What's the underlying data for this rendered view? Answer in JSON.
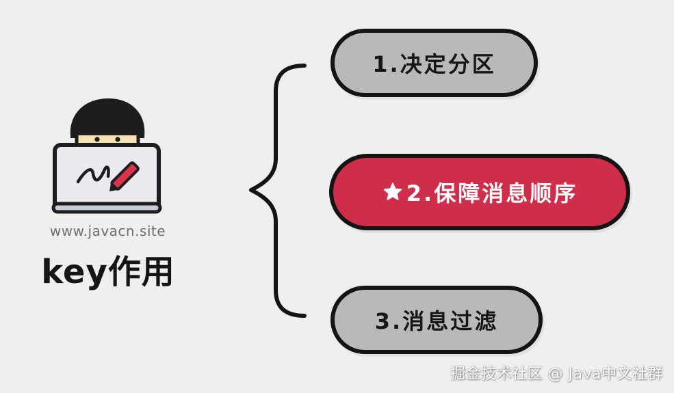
{
  "left": {
    "site": "www.javacn.site",
    "title": "key作用"
  },
  "items": [
    {
      "label": "1.决定分区",
      "highlighted": false
    },
    {
      "label": "2.保障消息顺序",
      "highlighted": true,
      "icon": "star-icon"
    },
    {
      "label": "3.消息过滤",
      "highlighted": false
    }
  ],
  "colors": {
    "background": "#efefef",
    "pill_gray": "#b9b9b9",
    "pill_red": "#cf2e4a",
    "outline": "#141414"
  },
  "watermark": "掘金技术社区 @ Java中文社群"
}
